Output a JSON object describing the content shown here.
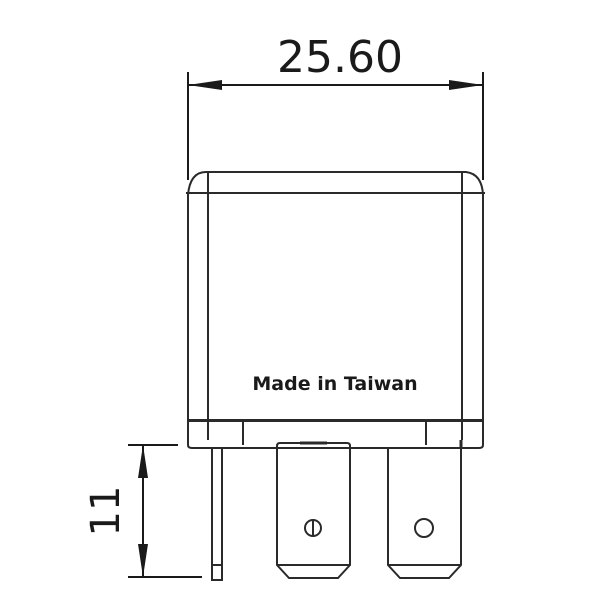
{
  "drawing": {
    "subject": "relay-front-view",
    "stroke_color": "#2a2a2a",
    "width_dimension": {
      "value": "25.60"
    },
    "pin_length_dimension": {
      "value": "11"
    },
    "body_label": "Made in Taiwan"
  }
}
